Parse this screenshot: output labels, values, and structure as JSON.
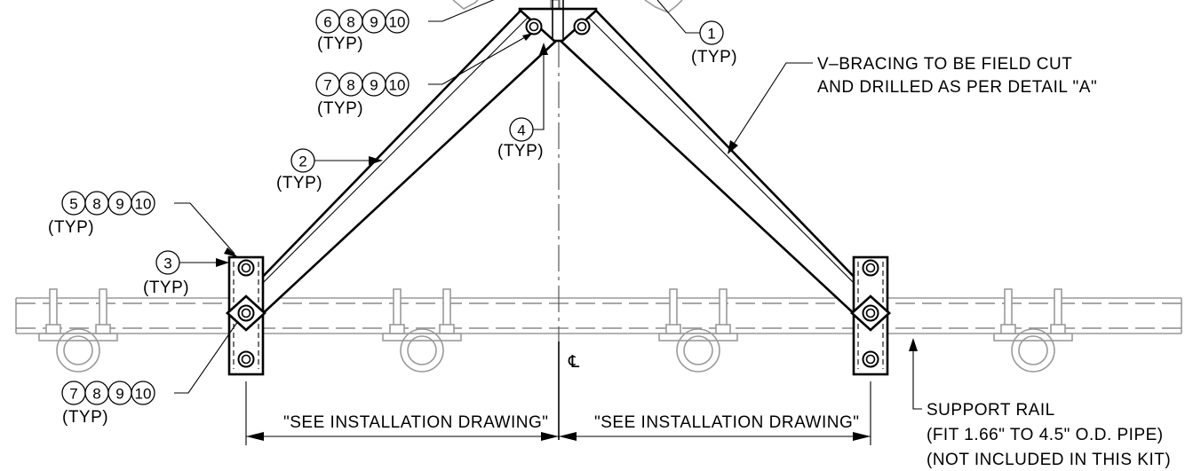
{
  "callouts": {
    "c_top_left_1": {
      "nums": [
        "6",
        "8",
        "9",
        "10"
      ],
      "typ": "(TYP)"
    },
    "c_top_left_2": {
      "nums": [
        "7",
        "8",
        "9",
        "10"
      ],
      "typ": "(TYP)"
    },
    "c_top_right": {
      "nums": [
        "1"
      ],
      "typ": "(TYP)"
    },
    "c_center": {
      "nums": [
        "4"
      ],
      "typ": "(TYP)"
    },
    "c_mid_left": {
      "nums": [
        "2"
      ],
      "typ": "(TYP)"
    },
    "c_left_5": {
      "nums": [
        "5",
        "8",
        "9",
        "10"
      ],
      "typ": "(TYP)"
    },
    "c_left_3": {
      "nums": [
        "3"
      ],
      "typ": "(TYP)"
    },
    "c_bottom_left": {
      "nums": [
        "7",
        "8",
        "9",
        "10"
      ],
      "typ": "(TYP)"
    }
  },
  "notes": {
    "vbracing_line1": "V–BRACING TO BE FIELD CUT",
    "vbracing_line2": "AND DRILLED AS PER DETAIL \"A\"",
    "support_rail_line1": "SUPPORT RAIL",
    "support_rail_line2": "(FIT 1.66\" TO 4.5\" O.D. PIPE)",
    "support_rail_line3": "(NOT INCLUDED IN THIS KIT)",
    "dim_left": "\"SEE INSTALLATION DRAWING\"",
    "dim_right": "\"SEE INSTALLATION DRAWING\"",
    "centerline_symbol": "℄"
  }
}
